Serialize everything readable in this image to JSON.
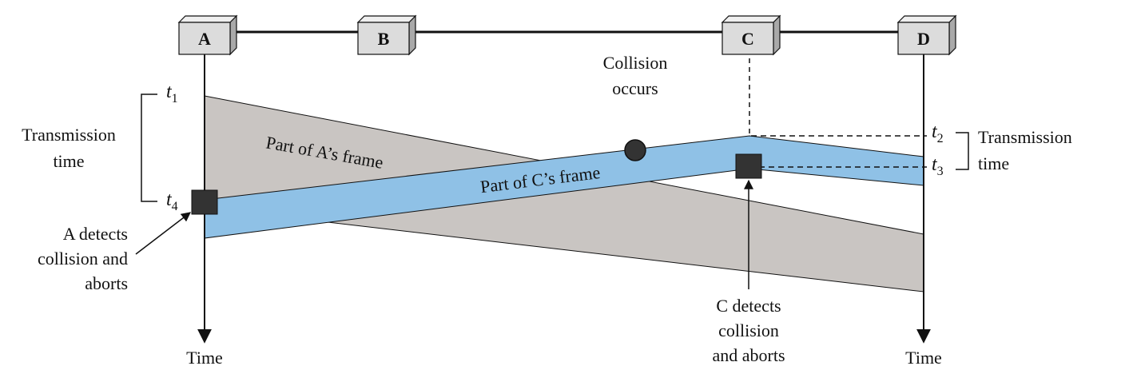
{
  "stations": [
    {
      "id": "A",
      "label": "A"
    },
    {
      "id": "B",
      "label": "B"
    },
    {
      "id": "C",
      "label": "C"
    },
    {
      "id": "D",
      "label": "D"
    }
  ],
  "labels": {
    "collision_line1": "Collision",
    "collision_line2": "occurs",
    "transmission_left_line1": "Transmission",
    "transmission_left_line2": "time",
    "transmission_right_line1": "Transmission",
    "transmission_right_line2": "time",
    "a_frame": "Part of A’s frame",
    "c_frame": "Part of C’s frame",
    "a_detects_line1": "A detects",
    "a_detects_line2": "collision and",
    "a_detects_line3": "aborts",
    "c_detects_line1": "C detects",
    "c_detects_line2": "collision",
    "c_detects_line3": "and aborts",
    "time_a": "Time",
    "time_d": "Time",
    "t1_base": "t",
    "t1_sub": "1",
    "t2_base": "t",
    "t2_sub": "2",
    "t3_base": "t",
    "t3_sub": "3",
    "t4_base": "t",
    "t4_sub": "4"
  },
  "colors": {
    "a_frame_fill": "#c9c5c2",
    "c_frame_fill": "#8fc1e6",
    "station_box_front": "#dcdcdc",
    "station_box_side": "#a9a9a9",
    "station_box_top": "#efefef",
    "marker": "#333333"
  }
}
